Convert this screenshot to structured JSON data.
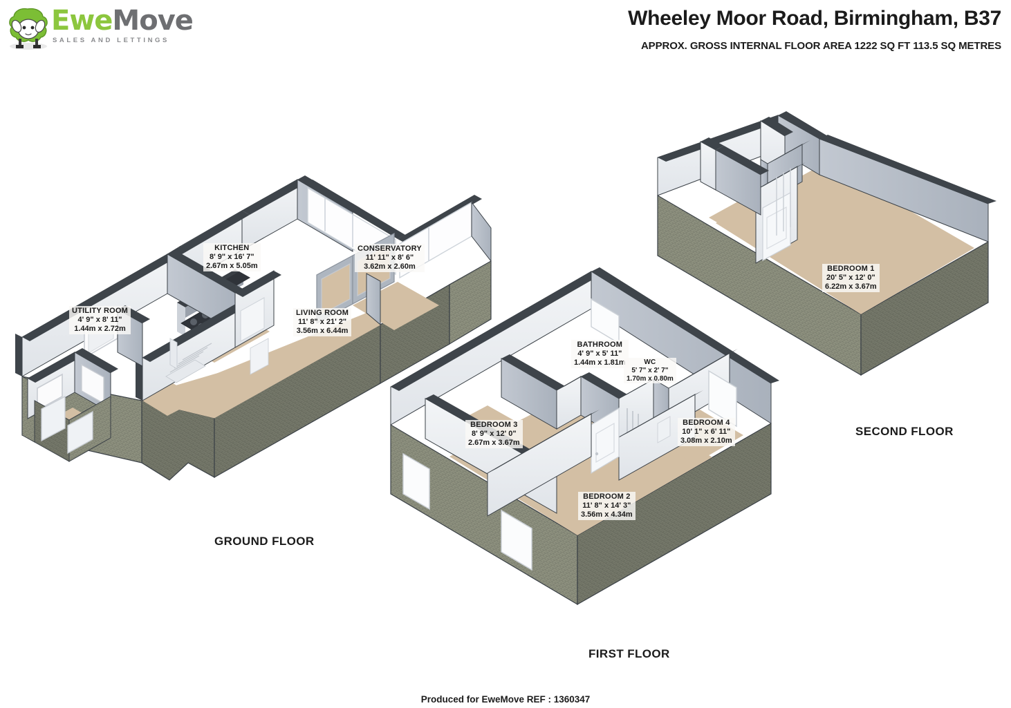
{
  "brand": {
    "name_part1": "Ewe",
    "name_part2": "Move",
    "tagline": "SALES AND LETTINGS",
    "logo_icon": "sheep-icon",
    "green": "#8cc63e",
    "grey": "#6e6f72"
  },
  "header": {
    "title": "Wheeley Moor Road, Birmingham, B37",
    "subtitle": "APPROX. GROSS INTERNAL FLOOR AREA 1222 SQ FT 113.5 SQ METRES"
  },
  "footer": {
    "text": "Produced for EweMove   REF : 1360347"
  },
  "palette": {
    "floor_tan": "#d3bfa4",
    "wall_interior": "#b9c0ca",
    "wall_light": "#e8ebef",
    "wall_top_dark": "#3e444a",
    "brick_exterior": "#8a8d7e",
    "brick_exterior_dark": "#72756a",
    "glass": "#ffffff",
    "outline": "#3a4046"
  },
  "floors": [
    {
      "id": "ground",
      "caption": "GROUND FLOOR",
      "rooms": [
        {
          "name": "UTILITY ROOM",
          "dim_ft": "4' 9\" x 8' 11\"",
          "dim_m": "1.44m x 2.72m"
        },
        {
          "name": "KITCHEN",
          "dim_ft": "8' 9\" x 16' 7\"",
          "dim_m": "2.67m x 5.05m"
        },
        {
          "name": "LIVING ROOM",
          "dim_ft": "11' 8\" x 21' 2\"",
          "dim_m": "3.56m x 6.44m"
        },
        {
          "name": "CONSERVATORY",
          "dim_ft": "11' 11\" x 8' 6\"",
          "dim_m": "3.62m x 2.60m"
        }
      ]
    },
    {
      "id": "first",
      "caption": "FIRST FLOOR",
      "rooms": [
        {
          "name": "BATHROOM",
          "dim_ft": "4' 9\" x 5' 11\"",
          "dim_m": "1.44m x 1.81m"
        },
        {
          "name": "WC",
          "dim_ft": "5' 7\" x 2' 7\"",
          "dim_m": "1.70m x 0.80m"
        },
        {
          "name": "BEDROOM 3",
          "dim_ft": "8' 9\" x 12' 0\"",
          "dim_m": "2.67m x 3.67m"
        },
        {
          "name": "BEDROOM 4",
          "dim_ft": "10' 1\" x 6' 11\"",
          "dim_m": "3.08m x 2.10m"
        },
        {
          "name": "BEDROOM 2",
          "dim_ft": "11' 8\" x 14' 3\"",
          "dim_m": "3.56m x 4.34m"
        }
      ]
    },
    {
      "id": "second",
      "caption": "SECOND FLOOR",
      "rooms": [
        {
          "name": "BEDROOM 1",
          "dim_ft": "20' 5\" x 12' 0\"",
          "dim_m": "6.22m x 3.67m"
        }
      ]
    }
  ]
}
